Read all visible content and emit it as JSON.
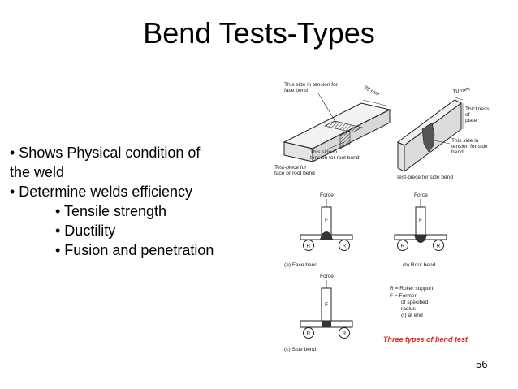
{
  "slide": {
    "title": "Bend Tests-Types",
    "page_number": "56",
    "bullets": [
      "• Shows Physical condition of",
      "the weld",
      "• Determine welds efficiency"
    ],
    "sub_bullets": [
      "• Tensile strength",
      "• Ductility",
      "• Fusion and penetration"
    ]
  },
  "figure": {
    "label_tension_face": "This side in tension for",
    "label_tension_face_2": "face bend",
    "label_38mm": "38 mm",
    "label_tension_root": "This side in",
    "label_tension_root_2": "tension for root bend",
    "label_10mm": "10 mm",
    "label_thickness": "Thickness",
    "label_thickness_2": "of",
    "label_thickness_3": "plate",
    "label_side_tension": "This side in",
    "label_side_tension_2": "tension for side",
    "label_side_tension_3": "bend",
    "label_testpiece_face": "Test-piece for",
    "label_testpiece_face_2": "face or root bend",
    "label_testpiece_side": "Test-piece for side bend",
    "force_a": "Force",
    "force_b": "Force",
    "force_c": "Force",
    "former_f": "F",
    "roller_r": "R",
    "caption_a": "(a)    Face bend",
    "caption_b": "(b)  Root bend",
    "caption_c": "(c)   Side bend",
    "legend_r": "R = Roller support",
    "legend_f": "F = Former",
    "legend_f_2": "of specified",
    "legend_f_3": "radius",
    "legend_f_4": "(r) at end",
    "main_caption": "Three types of bend test"
  }
}
